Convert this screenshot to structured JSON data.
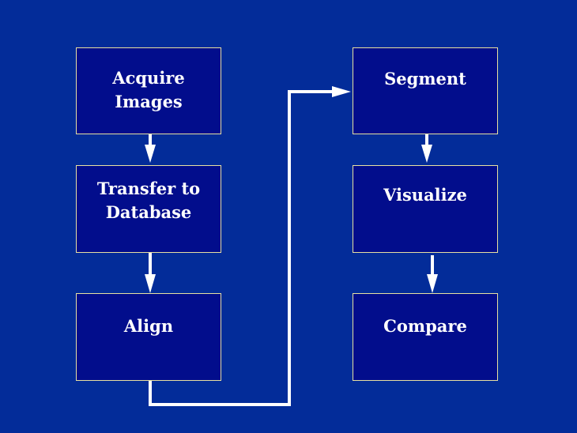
{
  "diagram": {
    "background_color": "#032c99",
    "box_fill_color": "#020d8c",
    "box_border_color": "#e8e0a0",
    "arrow_color": "#ffffff",
    "steps": [
      {
        "id": "acquire",
        "label": "Acquire Images"
      },
      {
        "id": "transfer",
        "label": "Transfer to\nDatabase"
      },
      {
        "id": "align",
        "label": "Align"
      },
      {
        "id": "segment",
        "label": "Segment"
      },
      {
        "id": "visualize",
        "label": "Visualize"
      },
      {
        "id": "compare",
        "label": "Compare"
      }
    ],
    "flow": [
      "acquire",
      "transfer",
      "align",
      "segment",
      "visualize",
      "compare"
    ]
  }
}
